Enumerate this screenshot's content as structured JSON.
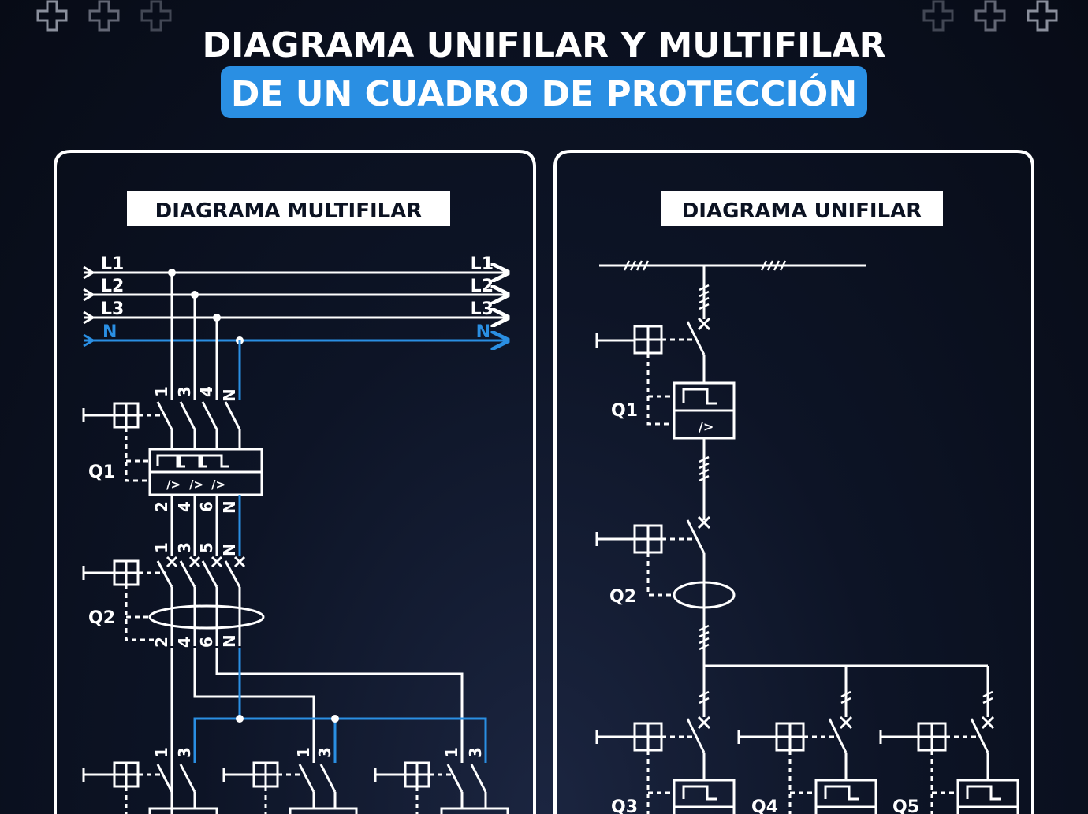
{
  "header": {
    "title_line1": "DIAGRAMA UNIFILAR Y MULTIFILAR",
    "title_line2": "DE UN CUADRO DE PROTECCIÓN"
  },
  "colors": {
    "background": "#0b1222",
    "line": "#ffffff",
    "neutral": "#2a8fe3",
    "highlight_box": "#2a8fe3"
  },
  "multifilar": {
    "title": "DIAGRAMA MULTIFILAR",
    "bus_labels": [
      "L1",
      "L2",
      "L3",
      "N"
    ],
    "q1": {
      "label": "Q1",
      "top_terminals": [
        "1",
        "3",
        "4",
        "N"
      ],
      "bottom_terminals": [
        "2",
        "4",
        "6",
        "N"
      ]
    },
    "q2": {
      "label": "Q2",
      "top_terminals": [
        "1",
        "3",
        "5",
        "N"
      ],
      "bottom_terminals": [
        "2",
        "4",
        "6",
        "N"
      ]
    },
    "branch_terminals": [
      "1",
      "3"
    ]
  },
  "unifilar": {
    "title": "DIAGRAMA UNIFILAR",
    "devices": [
      "Q1",
      "Q2",
      "Q3",
      "Q4",
      "Q5"
    ]
  },
  "icons": [
    "plus-cross-decoration-icon"
  ]
}
